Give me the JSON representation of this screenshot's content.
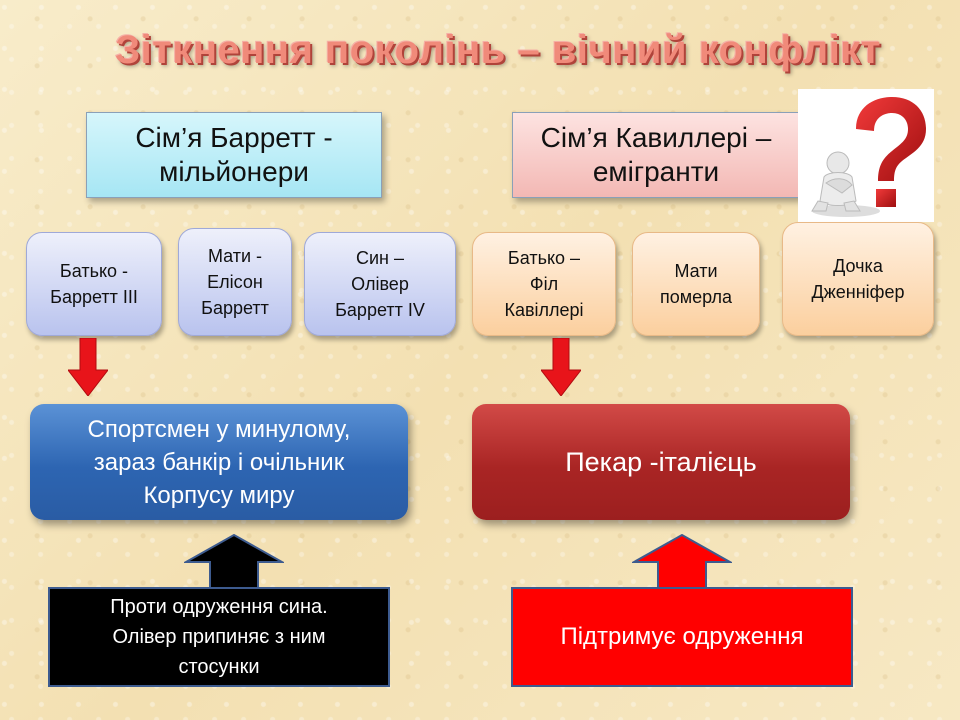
{
  "title": "Зіткнення поколінь – вічний конфлікт",
  "families": {
    "barrett": "Сім’я Барретт -\nмільйонери",
    "cavilleri": "Сім’я Кавиллері –\nемігранти"
  },
  "persons": {
    "barrett_father": "Батько -\nБарретт III",
    "barrett_mother": "Мати -\nЕлісон\nБарретт",
    "barrett_son": "Син –\nОлівер\nБарретт IV",
    "cavilleri_father": "Батько –\nФіл\nКавіллері",
    "cavilleri_mother": "Мати\nпомерла",
    "cavilleri_daughter": "Дочка\nДженніфер"
  },
  "info": {
    "barrett_father": "Спортсмен у минулому,\nзараз банкір і очільник\nКорпусу миру",
    "cavilleri_father": "Пекар -італієць"
  },
  "notes": {
    "barrett": "Проти одруження сина.\nОлівер припиняє з ним\nстосунки",
    "cavilleri": "Підтримує одруження"
  },
  "colors": {
    "title": "#f08a7a",
    "arrow_red": "#e8141a",
    "note_red": "#ff0000",
    "blue_box": "#2d65b2",
    "red_box": "#a92524"
  }
}
